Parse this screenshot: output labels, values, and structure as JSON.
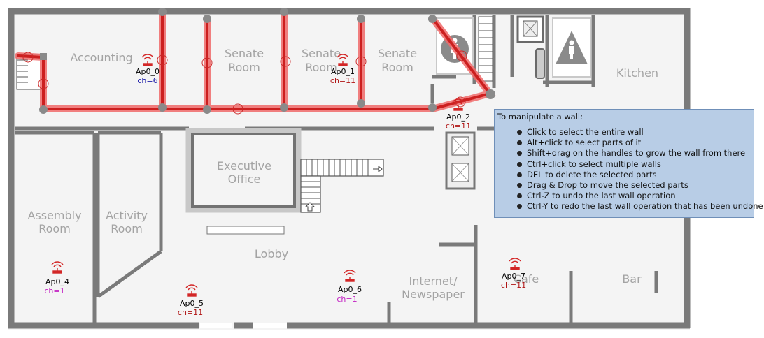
{
  "rooms": [
    {
      "id": "accounting",
      "lines": [
        "Accounting"
      ]
    },
    {
      "id": "senate-room-1",
      "lines": [
        "Senate",
        "Room"
      ]
    },
    {
      "id": "senate-room-2",
      "lines": [
        "Senate",
        "Room"
      ]
    },
    {
      "id": "senate-room-3",
      "lines": [
        "Senate",
        "Room"
      ]
    },
    {
      "id": "kitchen",
      "lines": [
        "Kitchen"
      ]
    },
    {
      "id": "executive-office",
      "lines": [
        "Executive",
        "Office"
      ]
    },
    {
      "id": "assembly-room",
      "lines": [
        "Assembly",
        "Room"
      ]
    },
    {
      "id": "activity-room",
      "lines": [
        "Activity",
        "Room"
      ]
    },
    {
      "id": "lobby",
      "lines": [
        "Lobby"
      ]
    },
    {
      "id": "internet-newspaper",
      "lines": [
        "Internet/",
        "Newspaper"
      ]
    },
    {
      "id": "cafe",
      "lines": [
        "Cafe"
      ]
    },
    {
      "id": "bar",
      "lines": [
        "Bar"
      ]
    }
  ],
  "access_points": [
    {
      "name": "Ap0_0",
      "channel": "ch=6",
      "channel_color": "#1c1ca8"
    },
    {
      "name": "Ap0_1",
      "channel": "ch=11",
      "channel_color": "#b01414"
    },
    {
      "name": "Ap0_2",
      "channel": "ch=11",
      "channel_color": "#b01414"
    },
    {
      "name": "Ap0_4",
      "channel": "ch=1",
      "channel_color": "#c21ec2"
    },
    {
      "name": "Ap0_5",
      "channel": "ch=11",
      "channel_color": "#b01414"
    },
    {
      "name": "Ap0_6",
      "channel": "ch=1",
      "channel_color": "#c21ec2"
    },
    {
      "name": "Ap0_7",
      "channel": "ch=11",
      "channel_color": "#b01414"
    }
  ],
  "help": {
    "title": "To manipulate a wall:",
    "items": [
      "Click to select the entire wall",
      "Alt+click to select parts of it",
      "Shift+drag on the handles to grow the wall from there",
      "Ctrl+click to select multiple walls",
      "DEL to delete the selected parts",
      "Drag & Drop to move the selected parts",
      "Ctrl-Z to undo the last wall operation",
      "Ctrl-Y to redo the last wall operation that has been undone"
    ]
  },
  "colors": {
    "wall": "#7a7a7a",
    "selected_wall": "#cc1f1f",
    "selected_glow": "#f06a6a",
    "handle": "#8a8a8a",
    "ap_icon": "#d32626",
    "help_bg": "#b8cde6"
  }
}
